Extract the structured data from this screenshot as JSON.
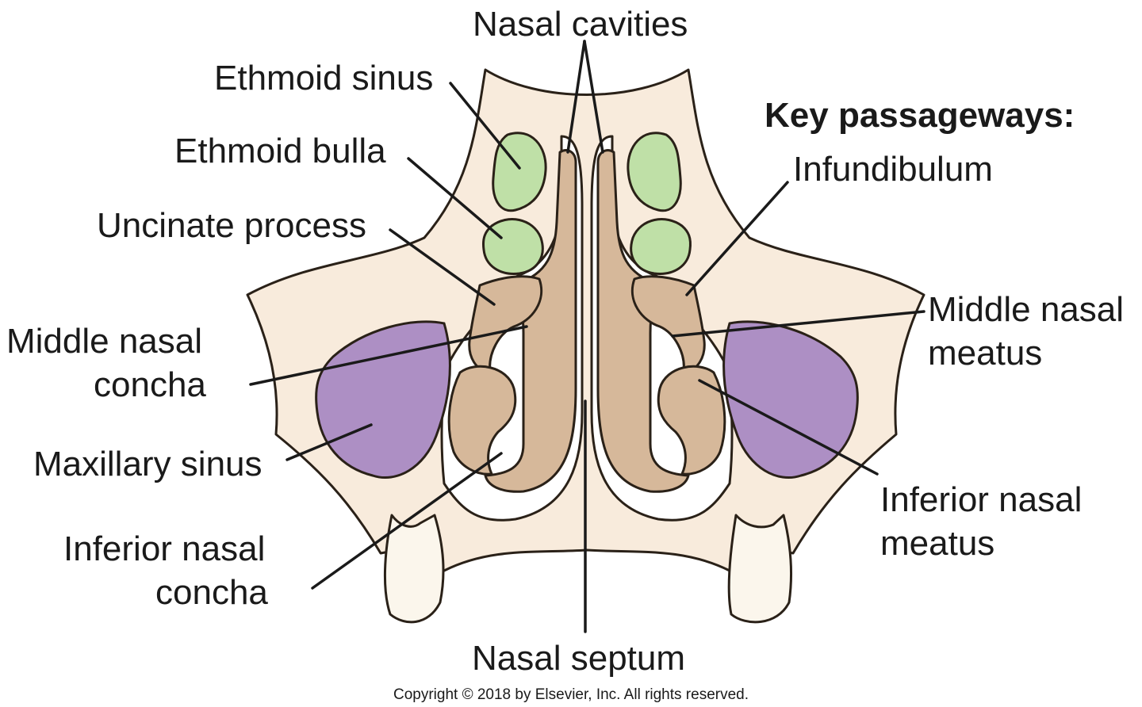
{
  "colors": {
    "bone": "#f8ebdc",
    "soft_tissue": "#d6b89a",
    "ethmoid_sinus": "#bfe0a7",
    "maxillary_sinus": "#ad8fc4",
    "outline": "#2a2118"
  },
  "labels": {
    "nasal_cavities": "Nasal cavities",
    "ethmoid_sinus": "Ethmoid sinus",
    "ethmoid_bulla": "Ethmoid bulla",
    "uncinate_process": "Uncinate process",
    "middle_nasal_concha": [
      "Middle nasal",
      "concha"
    ],
    "maxillary_sinus": "Maxillary sinus",
    "inferior_nasal_concha": [
      "Inferior nasal",
      "concha"
    ],
    "nasal_septum": "Nasal septum",
    "key_passageways": "Key passageways:",
    "infundibulum": "Infundibulum",
    "middle_nasal_meatus": [
      "Middle nasal",
      "meatus"
    ],
    "inferior_nasal_meatus": [
      "Inferior nasal",
      "meatus"
    ]
  },
  "copyright": "Copyright © 2018 by Elsevier, Inc. All rights reserved."
}
